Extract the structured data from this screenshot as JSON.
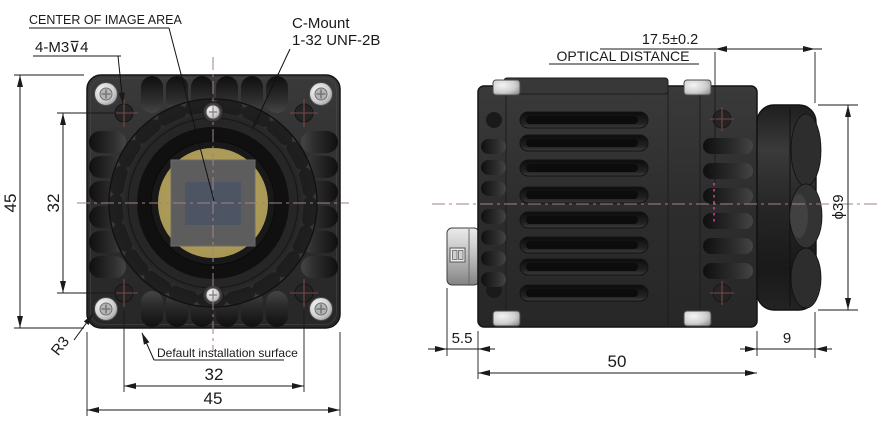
{
  "drawing_type": "camera dimensional drawing, front and side views",
  "colors": {
    "background": "#ffffff",
    "line": "#1a1a1a",
    "centerline": "#a28383",
    "hole_crosshair": "#7a4848",
    "hidden_sensor_plane": "#e23a9d",
    "body_dark": "#2f2f2f",
    "screw_silver": "#c9c9c9",
    "sensor_pcb_gold": "#a89754",
    "sensor_package_gray": "#5d5d5d",
    "sensor_image_area": "#4d5565"
  },
  "front_view": {
    "callouts": {
      "center_of_image_area": "CENTER OF IMAGE AREA",
      "mounting_holes": "4-M3⊽4",
      "thread_line1": "C-Mount",
      "thread_line2": "1-32 UNF-2B",
      "corner_radius": "R3",
      "installation_surface": "Default installation surface"
    },
    "dims": {
      "overall_height": "45",
      "hole_spacing_vertical": "32",
      "hole_spacing_horizontal": "32",
      "overall_width": "45"
    }
  },
  "side_view": {
    "labels": {
      "optical_distance_value": "17.5±0.2",
      "optical_distance_caption": "OPTICAL DISTANCE"
    },
    "dims": {
      "mount_diameter": "ϕ39",
      "connector_protrusion": "5.5",
      "body_length": "50",
      "mount_protrusion": "9"
    }
  }
}
